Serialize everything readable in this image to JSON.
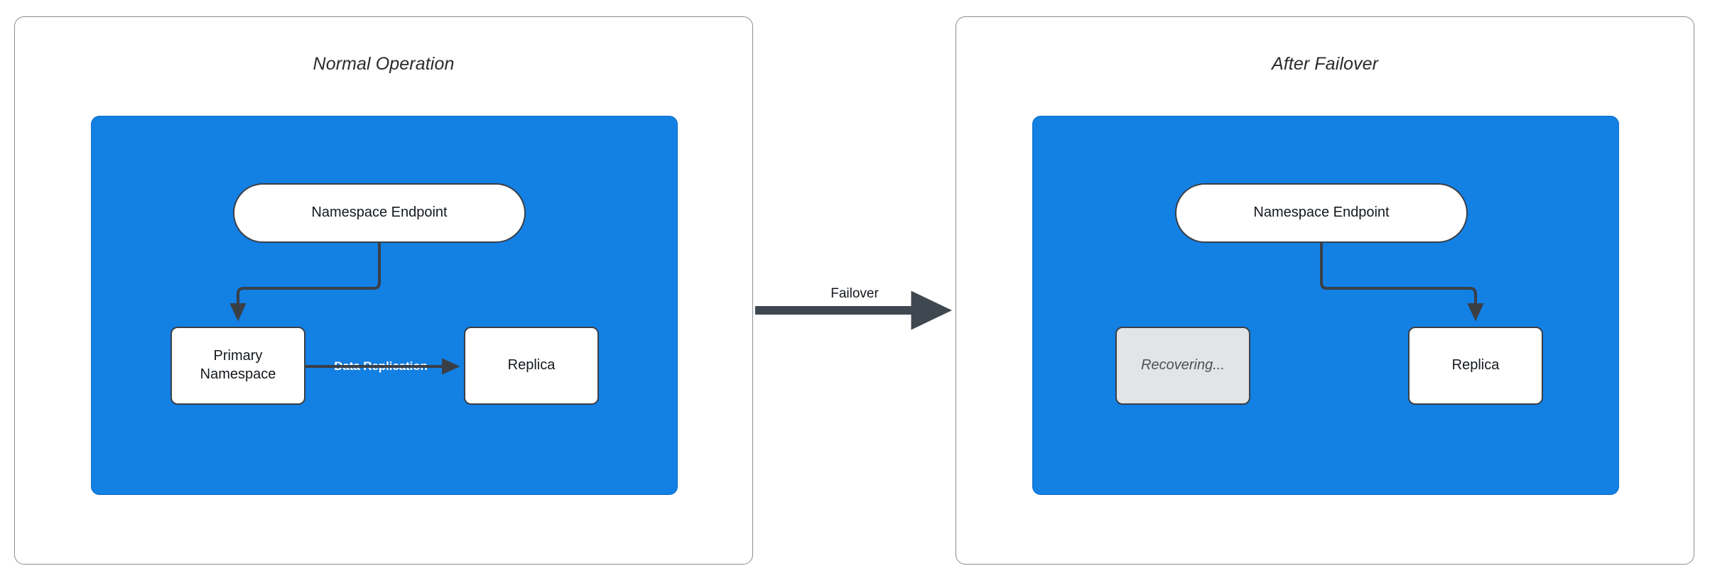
{
  "diagram": {
    "type": "flowchart",
    "background_color": "#ffffff",
    "accent_blue": "#1380e4",
    "edge_color": "#3a3f46",
    "muted_fill": "#e2e4e6",
    "panels": [
      {
        "id": "normal-operation",
        "title": "Normal Operation",
        "nodes": [
          {
            "id": "endpoint-left",
            "label": "Namespace Endpoint",
            "shape": "stadium",
            "fill": "#ffffff"
          },
          {
            "id": "primary-left",
            "label": "Primary\nNamespace",
            "shape": "rect",
            "fill": "#ffffff"
          },
          {
            "id": "replica-left",
            "label": "Replica",
            "shape": "rect",
            "fill": "#ffffff"
          }
        ],
        "edges": [
          {
            "from": "endpoint-left",
            "to": "primary-left",
            "label": ""
          },
          {
            "from": "primary-left",
            "to": "replica-left",
            "label": "Data Replication"
          }
        ]
      },
      {
        "id": "after-failover",
        "title": "After Failover",
        "nodes": [
          {
            "id": "endpoint-right",
            "label": "Namespace Endpoint",
            "shape": "stadium",
            "fill": "#ffffff"
          },
          {
            "id": "recovering-right",
            "label": "Recovering...",
            "shape": "rect",
            "fill": "#e2e4e6"
          },
          {
            "id": "replica-right",
            "label": "Replica",
            "shape": "rect",
            "fill": "#ffffff"
          }
        ],
        "edges": [
          {
            "from": "endpoint-right",
            "to": "replica-right",
            "label": ""
          }
        ]
      }
    ],
    "transition": {
      "label": "Failover",
      "direction": "left-to-right"
    }
  }
}
